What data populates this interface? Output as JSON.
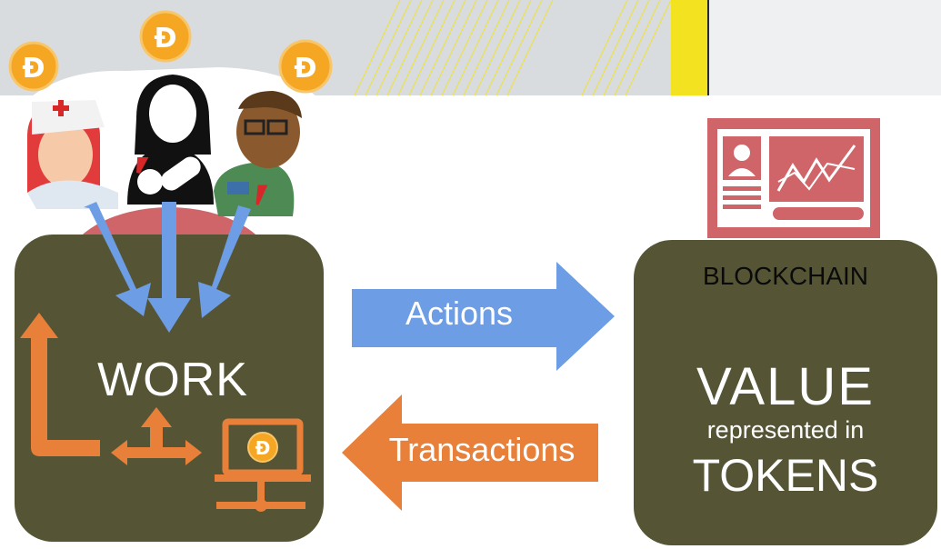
{
  "left_box": {
    "label": "WORK"
  },
  "right_box": {
    "header": "BLOCKCHAIN",
    "title": "VALUE",
    "subtitle": "represented in",
    "footer": "TOKENS"
  },
  "arrows": {
    "forward_label": "Actions",
    "back_label": "Transactions"
  },
  "colors": {
    "box": "#555536",
    "blue_arrow": "#6d9de4",
    "orange_arrow": "#e8803a",
    "coin": "#f5a623",
    "dashboard": "#cf6569"
  },
  "icons": [
    "coin-icon",
    "nurse-icon",
    "patient-icon",
    "doctor-icon",
    "dashboard-icon",
    "laptop-coin-icon"
  ]
}
